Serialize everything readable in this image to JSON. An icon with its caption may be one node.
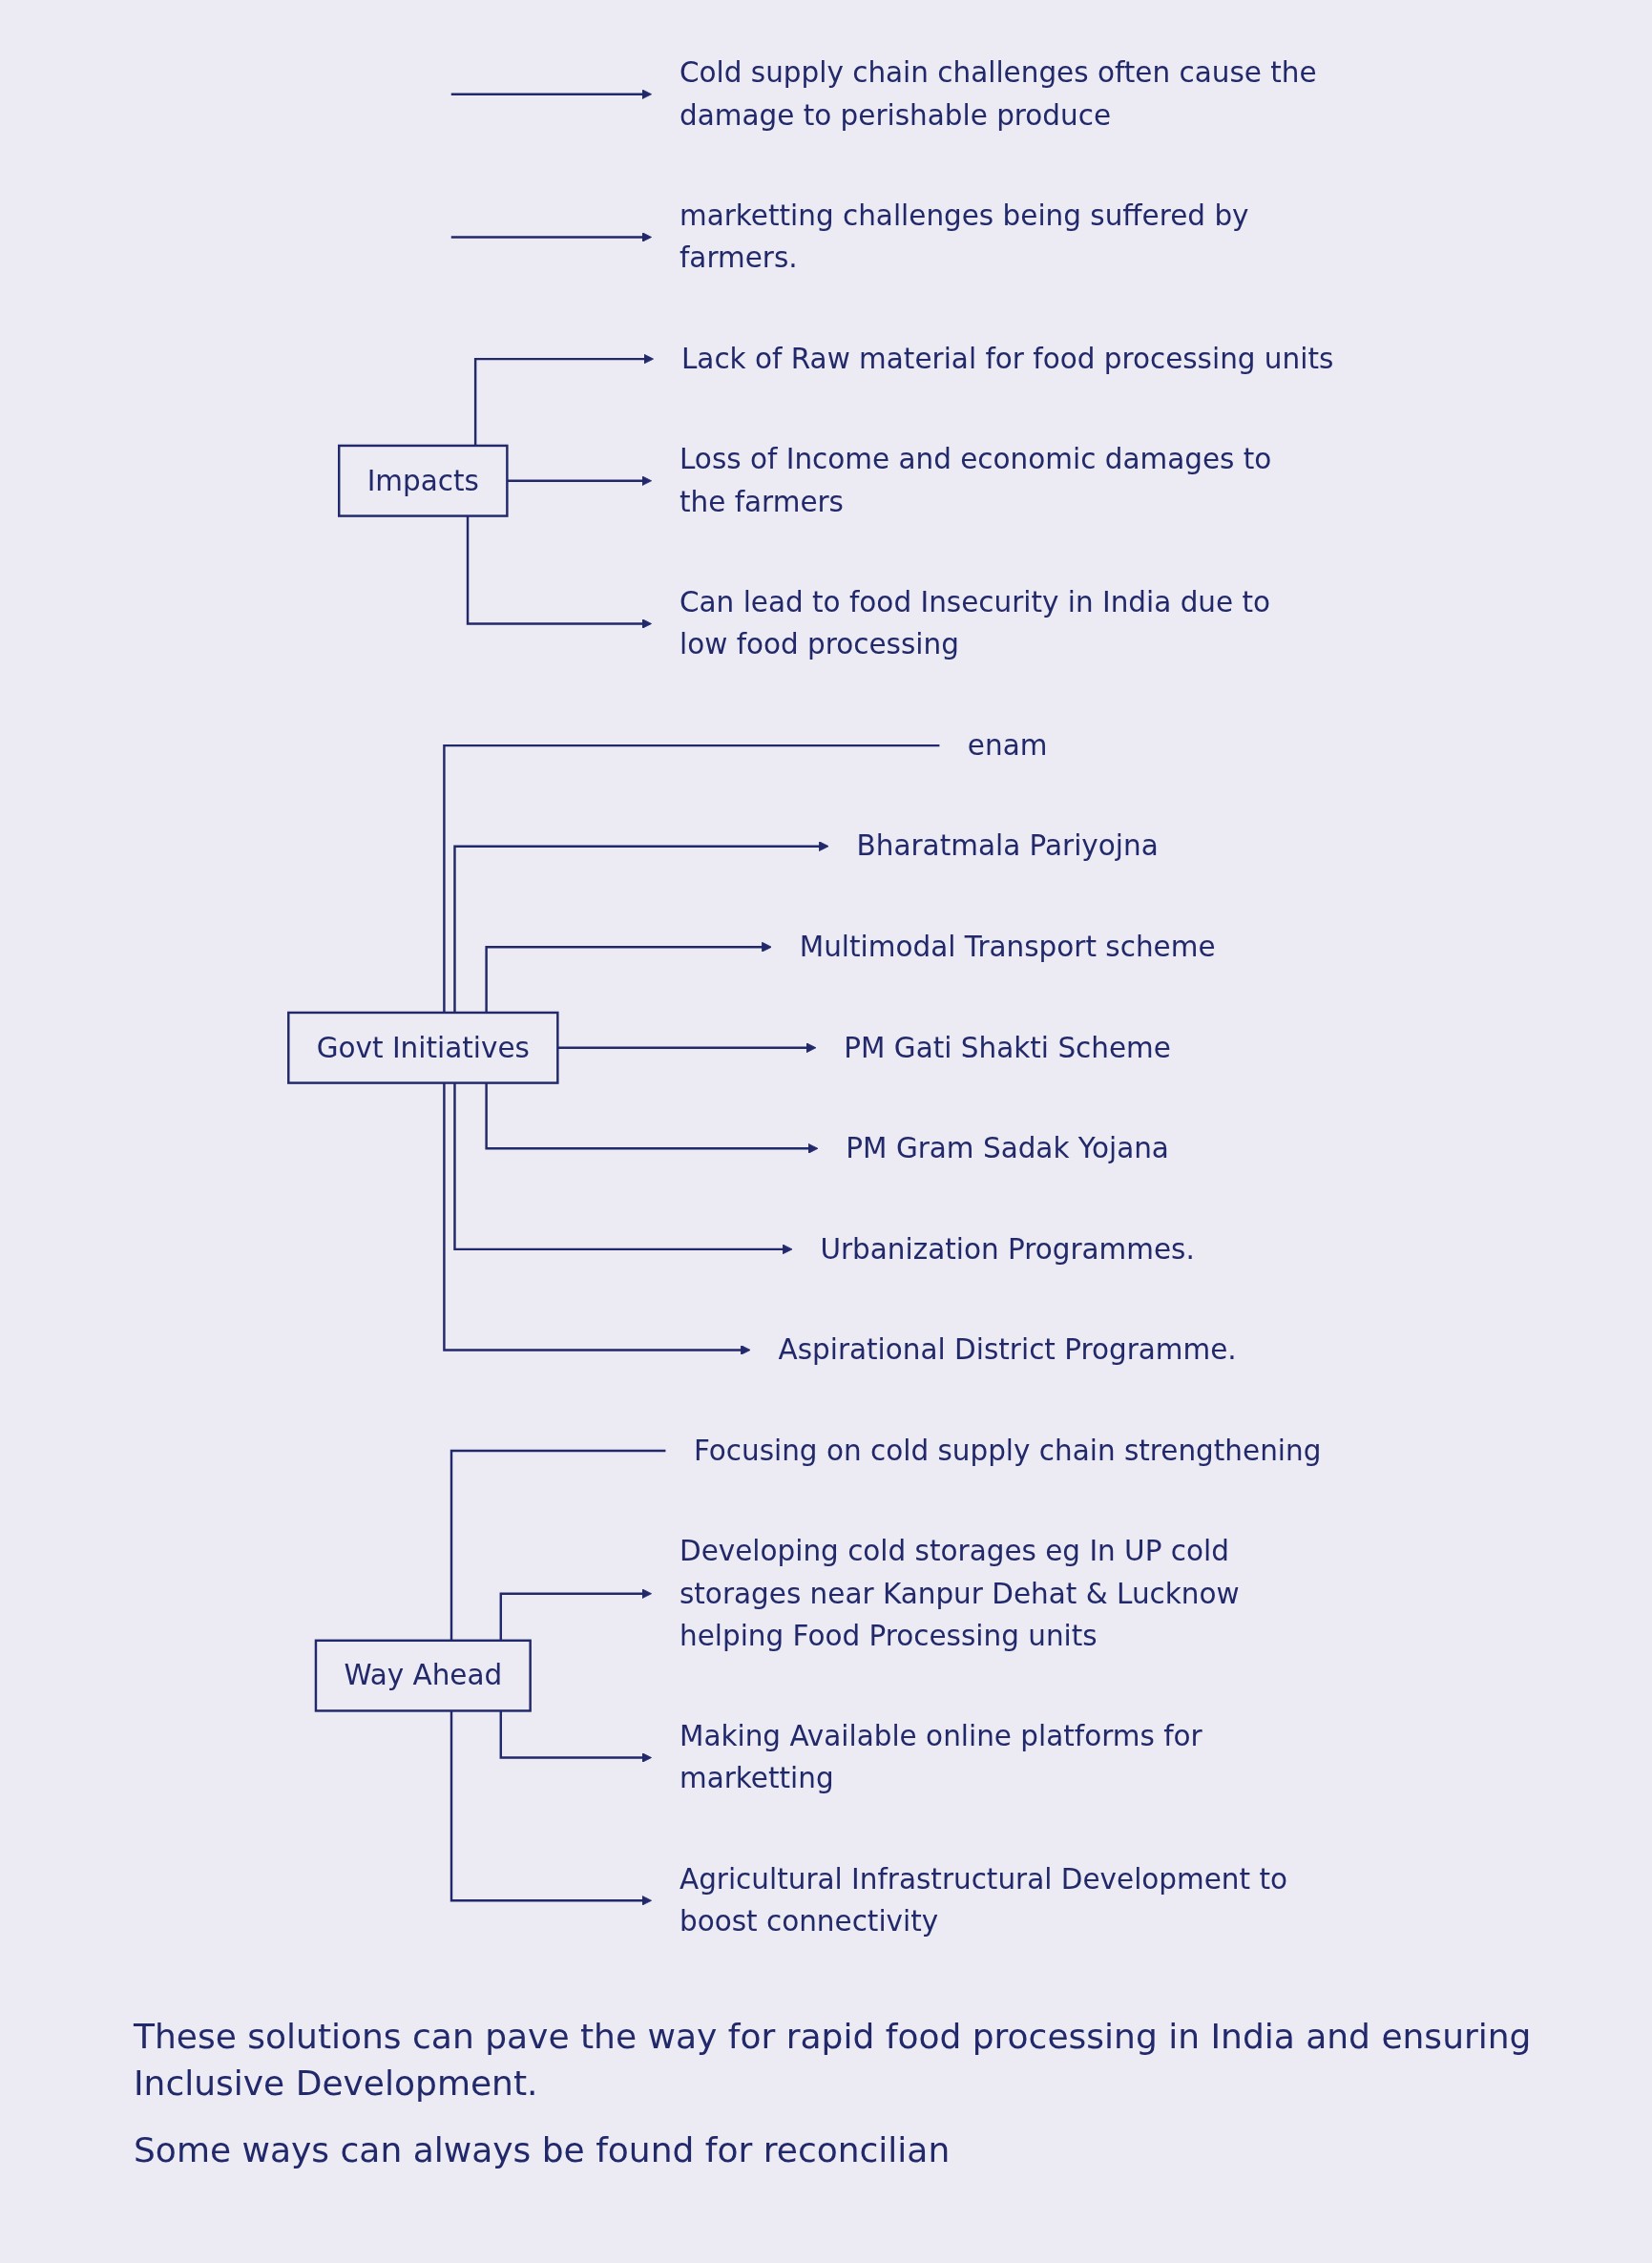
{
  "diagram": {
    "nodes": [
      {
        "text": [
          "Cold supply chain challenges often cause the damage to perishable produce"
        ]
      },
      {
        "text": [
          "marketting challenges being suffered by farmers."
        ]
      },
      {
        "text": [
          "Impacts"
        ]
      },
      {
        "text": [
          "Lack of Raw material for food processing units"
        ]
      },
      {
        "text": [
          "Loss of Income and economic damages to the farmers"
        ]
      },
      {
        "text": [
          "Can lead to food Insecurity in India due to low food processing"
        ]
      },
      {
        "text": [
          "Govt Initiatives"
        ]
      },
      {
        "text": [
          "enam"
        ]
      },
      {
        "text": [
          "Bharatmala Pariyojna"
        ]
      },
      {
        "text": [
          "Multimodal Transport scheme"
        ]
      },
      {
        "text": [
          "PM Gati Shakti Scheme"
        ]
      },
      {
        "text": [
          "PM Gram Sadak Yojana"
        ]
      },
      {
        "text": [
          "Urbanization Programmes."
        ]
      },
      {
        "text": [
          "Aspirational District Programme."
        ]
      },
      {
        "text": [
          "Way Ahead"
        ]
      },
      {
        "text": [
          "Focusing on cold supply chain strengthening"
        ]
      },
      {
        "text": [
          "Developing cold storages eg In UP cold storages near Kanpur Dehat & Lucknow helping Food Processing units"
        ]
      },
      {
        "text": [
          "Making Available online platforms for marketting"
        ]
      },
      {
        "text": [
          "Agricultural Infrastructural Development to boost connectivity"
        ]
      }
    ],
    "edges": [
      {
        "from": null,
        "to": 0,
        "arrow": "to"
      },
      {
        "from": null,
        "to": 1,
        "arrow": "to"
      },
      {
        "from": 2,
        "to": 3,
        "arrow": "to"
      },
      {
        "from": 2,
        "to": 4,
        "arrow": "to"
      },
      {
        "from": 2,
        "to": 5,
        "arrow": "to"
      },
      {
        "from": 6,
        "to": 7,
        "arrow": "none"
      },
      {
        "from": 6,
        "to": 8,
        "arrow": "to"
      },
      {
        "from": 6,
        "to": 9,
        "arrow": "to"
      },
      {
        "from": 6,
        "to": 10,
        "arrow": "to"
      },
      {
        "from": 6,
        "to": 11,
        "arrow": "to"
      },
      {
        "from": 6,
        "to": 12,
        "arrow": "to"
      },
      {
        "from": 6,
        "to": 13,
        "arrow": "to"
      },
      {
        "from": 14,
        "to": 15,
        "arrow": "none"
      },
      {
        "from": 14,
        "to": 16,
        "arrow": "to"
      },
      {
        "from": 14,
        "to": 17,
        "arrow": "to"
      },
      {
        "from": 14,
        "to": 18,
        "arrow": "to"
      }
    ],
    "labels": [
      "These solutions can pave the way for rapid food processing in India and ensuring Inclusive Development.",
      "Some ways can always be found for reconcilian"
    ]
  }
}
